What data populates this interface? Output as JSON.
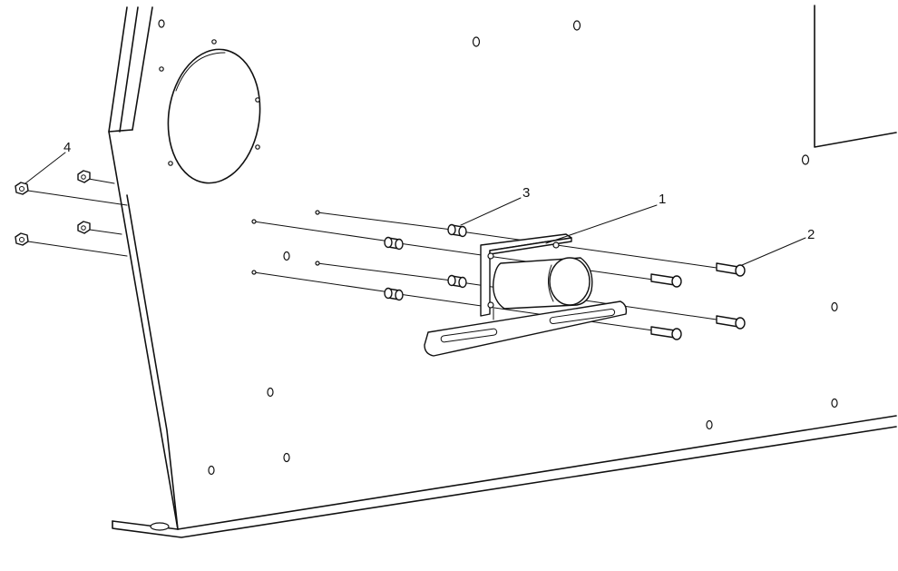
{
  "callouts": [
    {
      "number": "1",
      "part": "mounting-bracket"
    },
    {
      "number": "2",
      "part": "bolt"
    },
    {
      "number": "3",
      "part": "spacer"
    },
    {
      "number": "4",
      "part": "nut"
    }
  ]
}
